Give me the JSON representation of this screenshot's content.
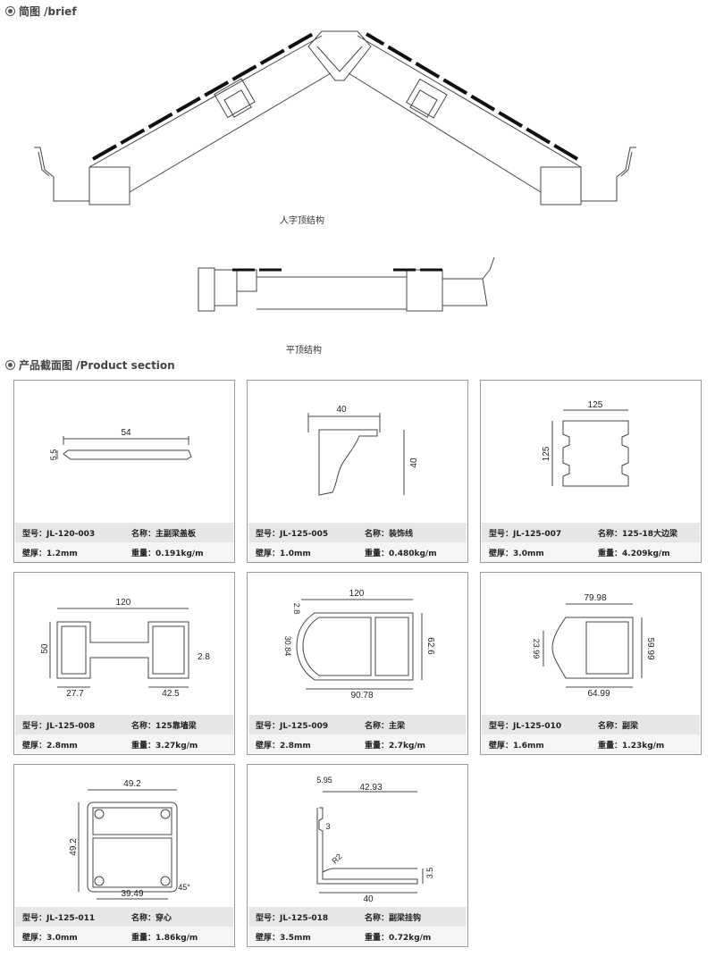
{
  "brief": {
    "title": "简图 /brief",
    "caption_gable": "人字顶结构",
    "caption_flat": "平顶结构"
  },
  "section": {
    "title": "产品截面图 /Product section"
  },
  "labels": {
    "model": "型号：",
    "name": "名称：",
    "thickness": "壁厚：",
    "weight": "重量："
  },
  "products": [
    {
      "model": "JL-120-003",
      "name": "主副梁盖板",
      "thickness": "1.2mm",
      "weight": "0.191kg/m",
      "dims": [
        "54",
        "5.5"
      ]
    },
    {
      "model": "JL-125-005",
      "name": "装饰线",
      "thickness": "1.0mm",
      "weight": "0.480kg/m",
      "dims": [
        "40",
        "40"
      ]
    },
    {
      "model": "JL-125-007",
      "name": "125-18大边梁",
      "thickness": "3.0mm",
      "weight": "4.209kg/m",
      "dims": [
        "125",
        "125"
      ]
    },
    {
      "model": "JL-125-008",
      "name": "125靠墙梁",
      "thickness": "2.8mm",
      "weight": "3.27kg/m",
      "dims": [
        "120",
        "50",
        "2.8",
        "27.7",
        "42.5"
      ]
    },
    {
      "model": "JL-125-009",
      "name": "主梁",
      "thickness": "2.8mm",
      "weight": "2.7kg/m",
      "dims": [
        "120",
        "2.8",
        "30.84",
        "62.6",
        "90.78"
      ]
    },
    {
      "model": "JL-125-010",
      "name": "副梁",
      "thickness": "1.6mm",
      "weight": "1.23kg/m",
      "dims": [
        "79.98",
        "23.99",
        "59.99",
        "64.99"
      ]
    },
    {
      "model": "JL-125-011",
      "name": "穿心",
      "thickness": "3.0mm",
      "weight": "1.86kg/m",
      "dims": [
        "49.2",
        "49.2",
        "39.49",
        "45°"
      ]
    },
    {
      "model": "JL-125-018",
      "name": "副梁挂钩",
      "thickness": "3.5mm",
      "weight": "0.72kg/m",
      "dims": [
        "5.95",
        "42.93",
        "3",
        "R2",
        "3.5",
        "40"
      ]
    }
  ]
}
